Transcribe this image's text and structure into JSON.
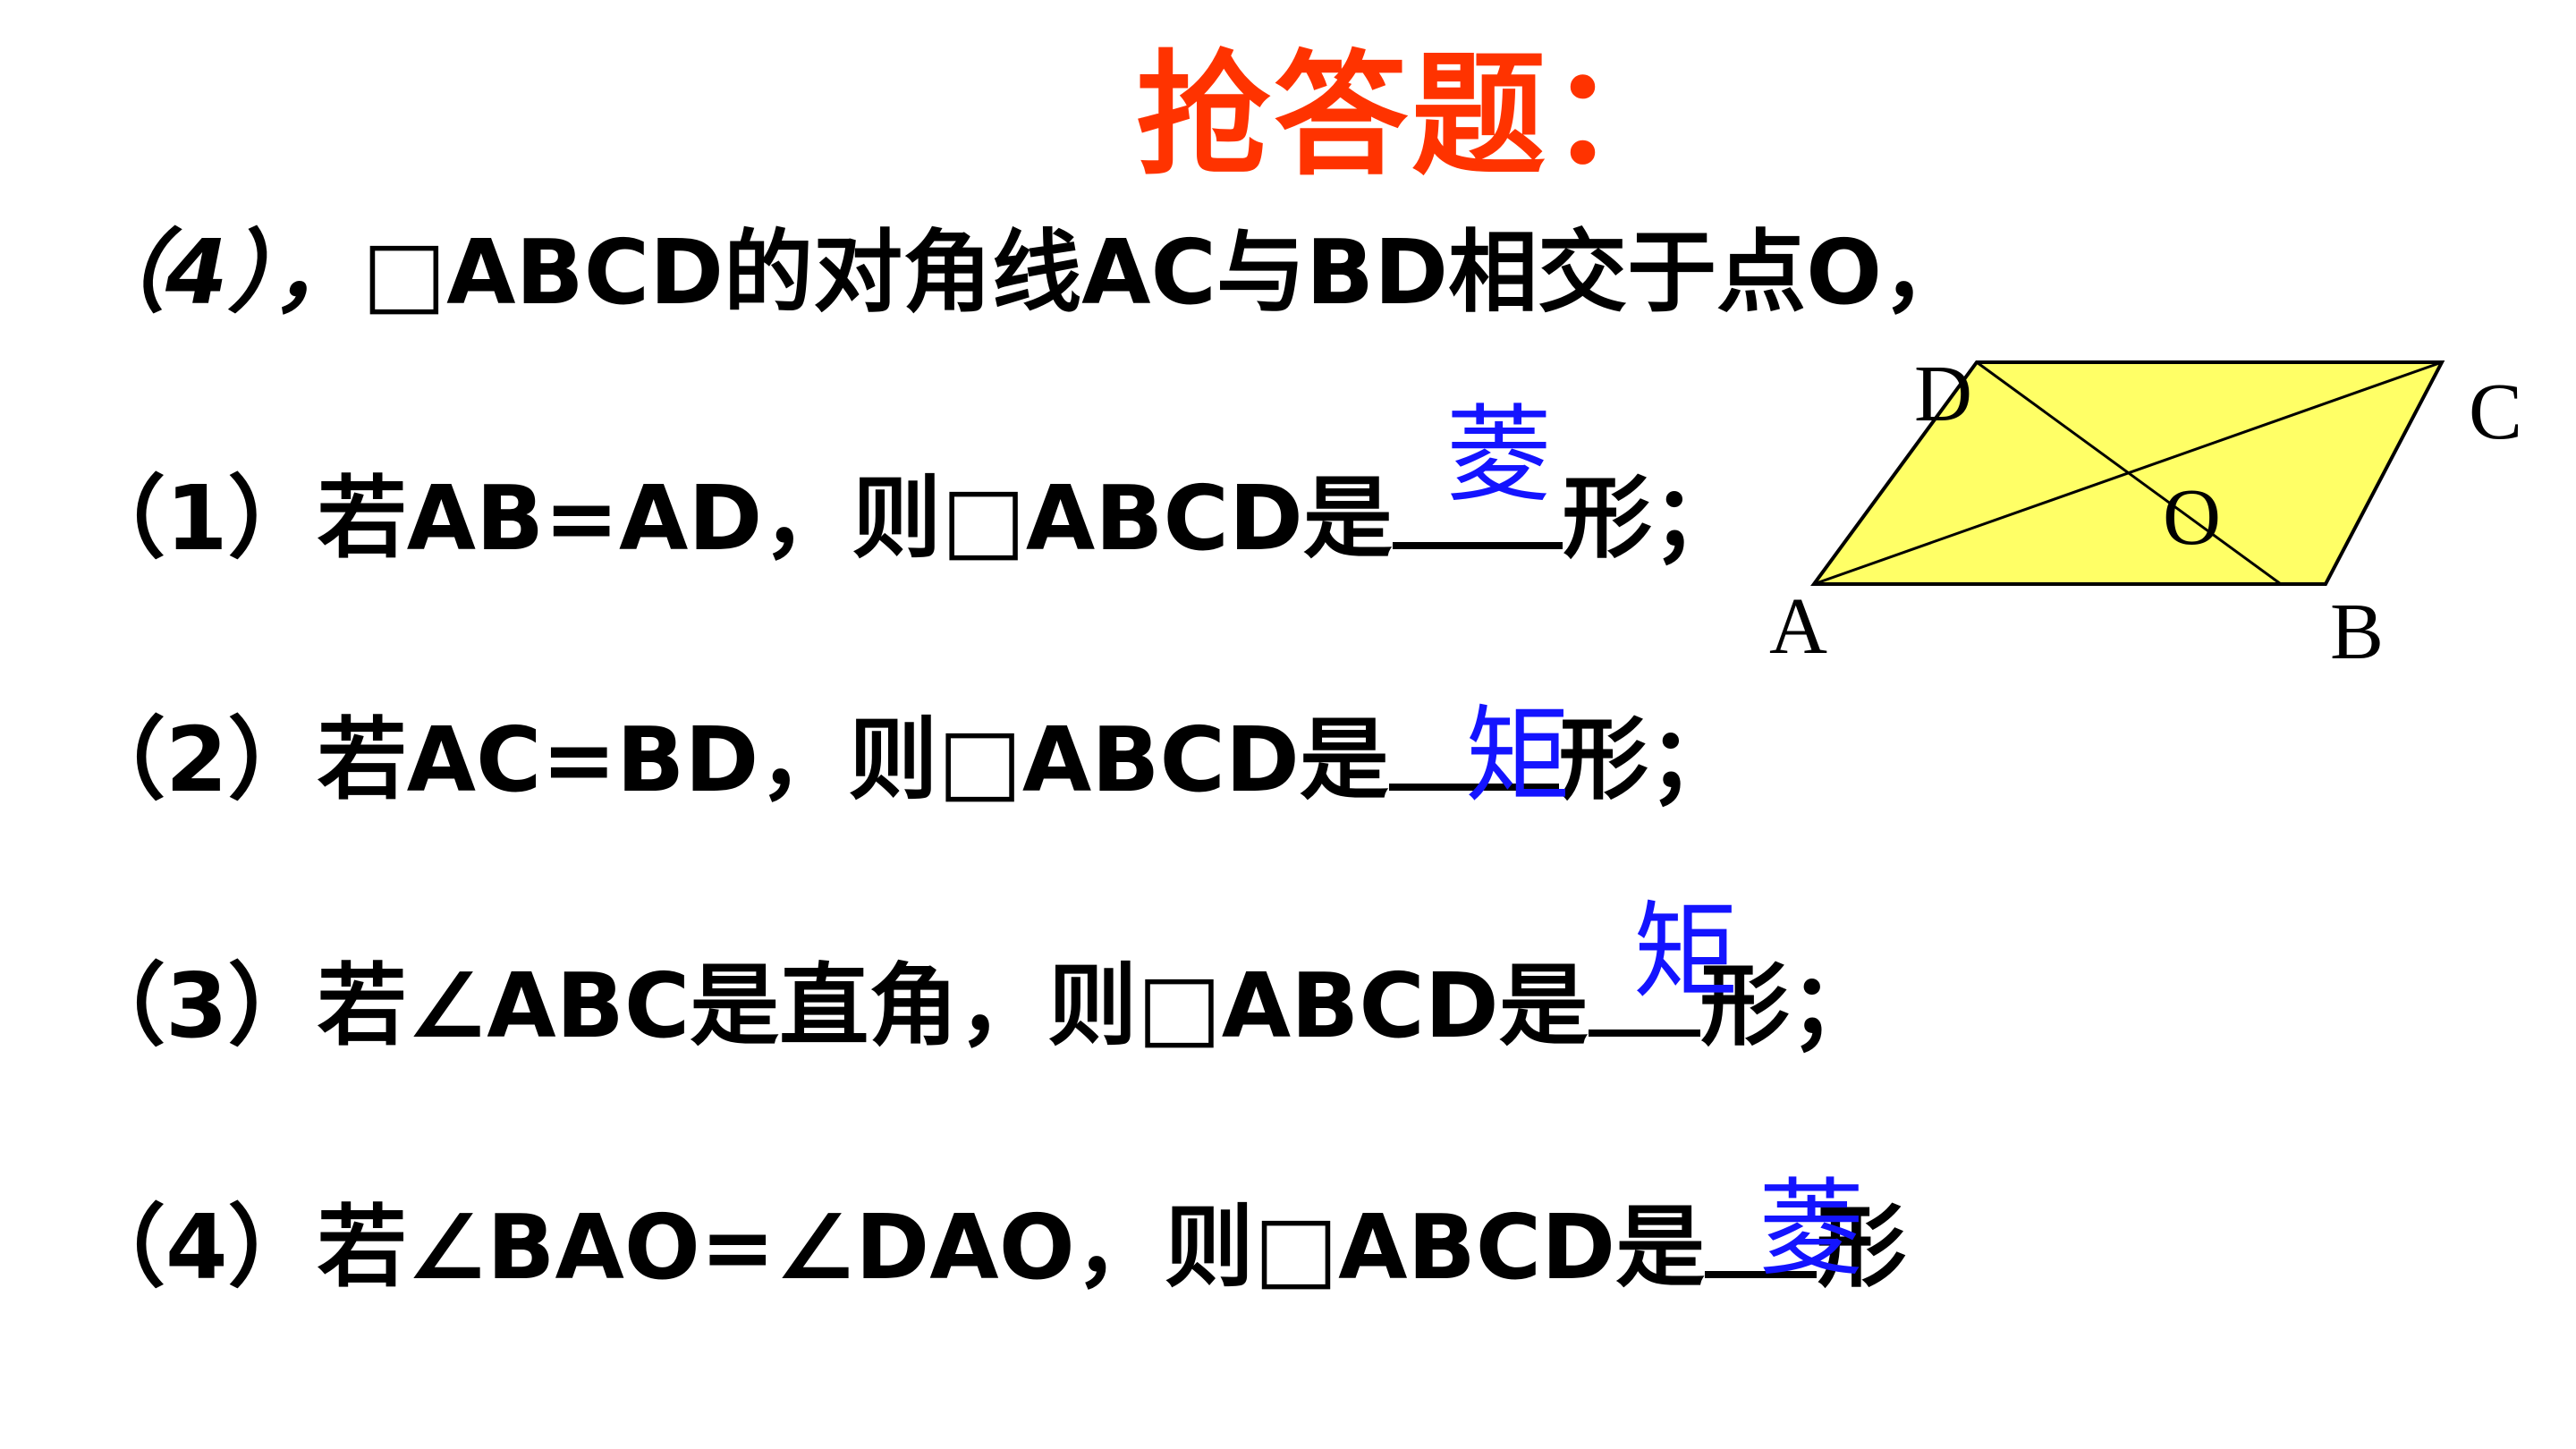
{
  "title": "抢答题：",
  "intro": {
    "prefix": "（4），",
    "text": "□ABCD的对角线AC与BD相交于点O，"
  },
  "questions": [
    {
      "before": "（1）若AB=AD，则□ABCD是",
      "answer": "菱",
      "after": "形；"
    },
    {
      "before": "（2）若AC=BD，则□ABCD是",
      "answer": "矩",
      "after": "形；"
    },
    {
      "before": "（3）若∠ABC是直角，则□ABCD是",
      "answer": "矩",
      "after": "形；"
    },
    {
      "before": "（4）若∠BAO=∠DAO，则□ABCD是",
      "answer": "菱",
      "after": "形"
    }
  ],
  "figure": {
    "labels": {
      "A": "A",
      "B": "B",
      "C": "C",
      "D": "D",
      "O": "O"
    },
    "fill_color": "#ffff66",
    "stroke_color": "#000000"
  },
  "colors": {
    "title": "#ff3300",
    "answer": "#1414ff",
    "text": "#000000"
  }
}
